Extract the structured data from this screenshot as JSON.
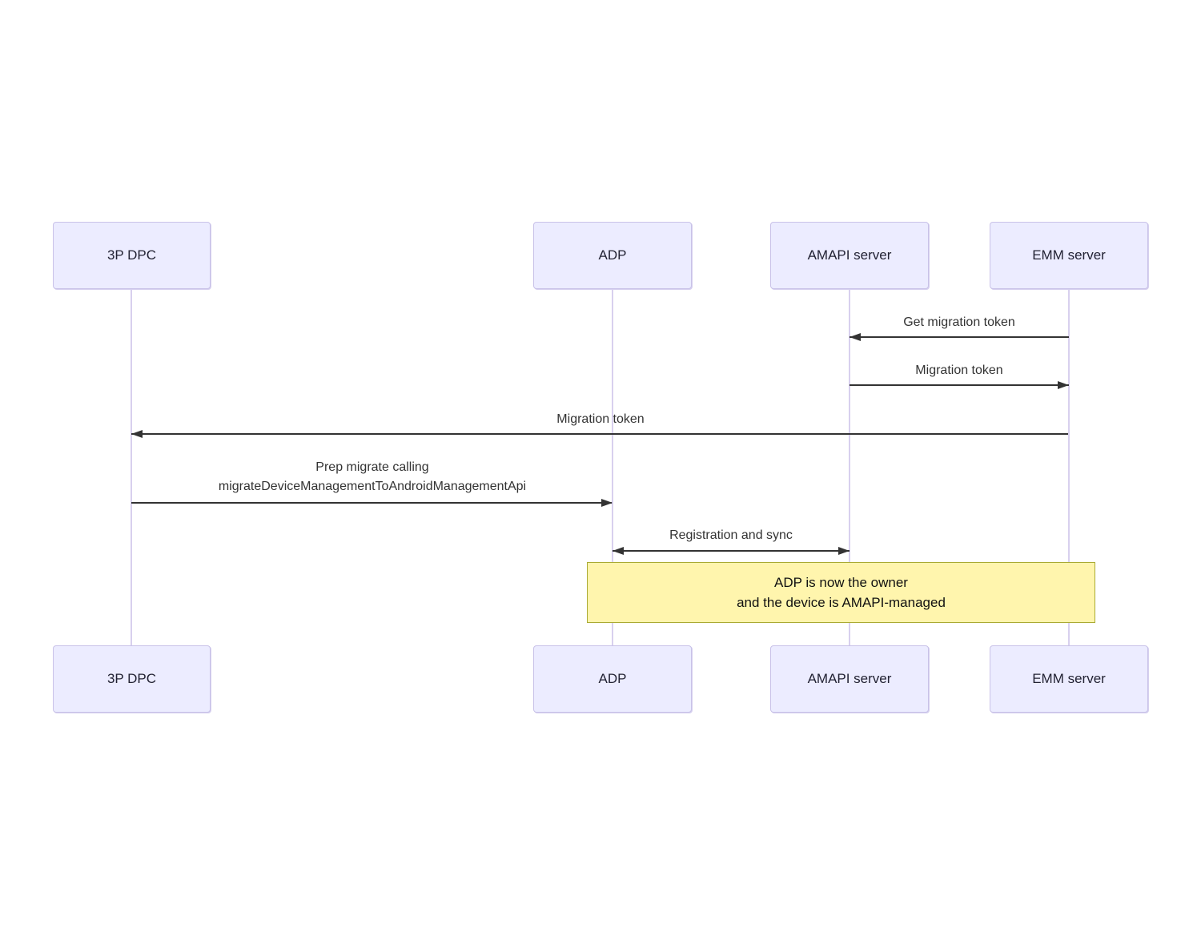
{
  "diagram": {
    "type": "sequence",
    "actors": [
      {
        "id": "3p-dpc",
        "label": "3P DPC"
      },
      {
        "id": "adp",
        "label": "ADP"
      },
      {
        "id": "amapi-server",
        "label": "AMAPI server"
      },
      {
        "id": "emm-server",
        "label": "EMM server"
      }
    ],
    "messages": [
      {
        "from": "EMM server",
        "to": "AMAPI server",
        "direction": "left",
        "label": "Get migration token"
      },
      {
        "from": "AMAPI server",
        "to": "EMM server",
        "direction": "right",
        "label": "Migration token"
      },
      {
        "from": "EMM server",
        "to": "3P DPC",
        "direction": "left",
        "label": "Migration token"
      },
      {
        "from": "3P DPC",
        "to": "ADP",
        "direction": "right",
        "label": "Prep migrate calling\nmigrateDeviceManagementToAndroidManagementApi"
      },
      {
        "from": "ADP",
        "to": "AMAPI server",
        "direction": "both",
        "label": "Registration and sync"
      }
    ],
    "note": {
      "over": "ADP, EMM server",
      "text": "ADP is now the owner\nand the device is AMAPI-managed"
    },
    "colors": {
      "actor_fill": "#ececff",
      "actor_border": "#c9c2e8",
      "lifeline": "#d8d0ee",
      "arrow": "#333333",
      "message_text": "#333333",
      "note_fill": "#fff5ad",
      "note_border": "#aaaa33",
      "background": "#ffffff"
    }
  }
}
